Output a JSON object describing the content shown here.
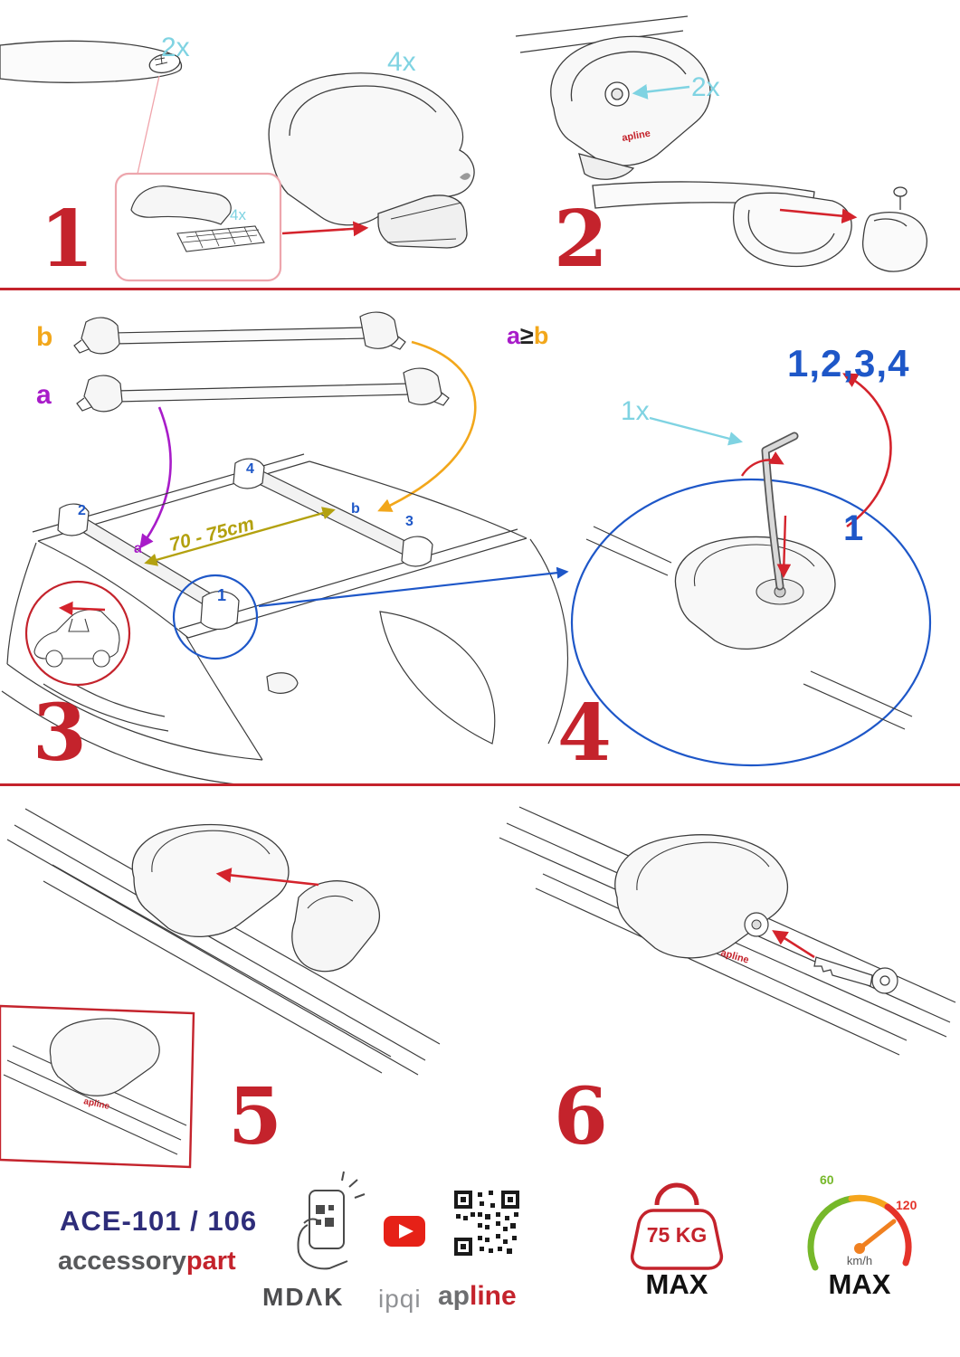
{
  "step1": {
    "num": "1",
    "bar_qty": "2x",
    "foot_qty": "4x",
    "pad_qty": "4x"
  },
  "step2": {
    "num": "2",
    "lock_qty": "2x"
  },
  "step3": {
    "num": "3",
    "bar_a_label": "a",
    "bar_b_label": "b",
    "rule_a": "a",
    "rule_sym": "≥",
    "rule_b": "b",
    "distance": "70 - 75cm",
    "pos_1": "1",
    "pos_2": "2",
    "pos_3": "3",
    "pos_4": "4",
    "pos_a": "a",
    "pos_b": "b"
  },
  "step4": {
    "num": "4",
    "key_qty": "1x",
    "sequence": "1,2,3,4",
    "tighten_step": "1"
  },
  "step5": {
    "num": "5"
  },
  "step6": {
    "num": "6"
  },
  "brand_on_part": "apline",
  "footer": {
    "model": "ACE-101 / 106",
    "brand_gray": "accessory",
    "brand_red": "part",
    "logo_mdak": "MDΛK",
    "logo_ipqi": "ipqi",
    "logo_ap": "ap",
    "logo_line": "line",
    "weight_value": "75 KG",
    "weight_max": "MAX",
    "speed_low": "60",
    "speed_high": "120",
    "speed_unit": "km/h",
    "speed_max": "MAX"
  }
}
